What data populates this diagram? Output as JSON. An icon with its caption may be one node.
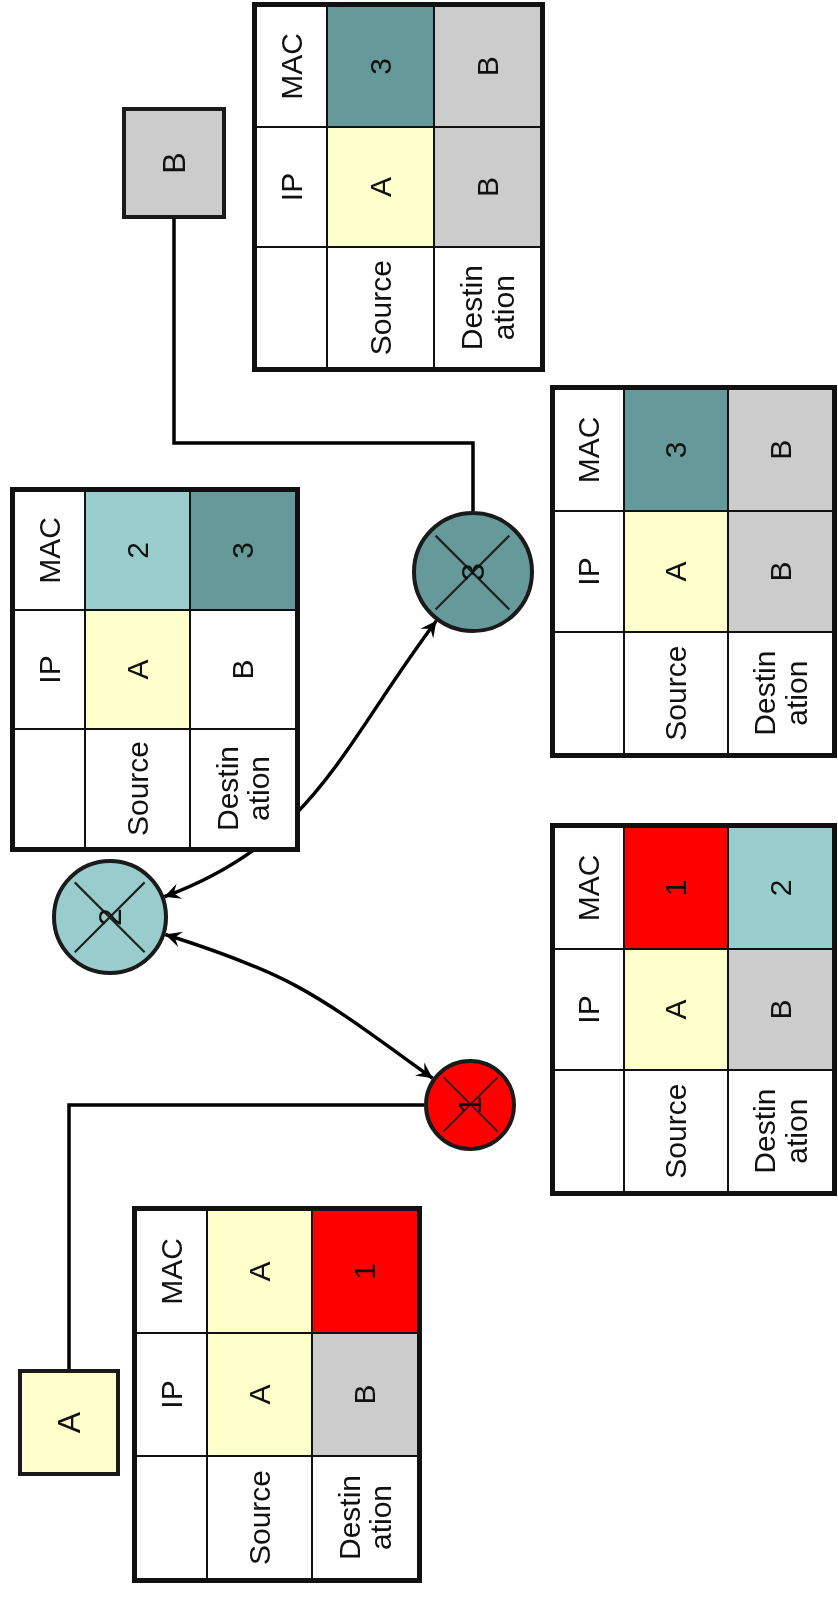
{
  "diagram": {
    "nodes": [
      {
        "text": [
          "A"
        ]
      },
      {
        "text": [
          "1"
        ]
      },
      {
        "text": [
          "2"
        ]
      },
      {
        "text": [
          "3"
        ]
      },
      {
        "text": [
          "B"
        ]
      }
    ],
    "edges": [
      {
        "from": 0,
        "to": 1,
        "arrow": "none"
      },
      {
        "from": 1,
        "to": 2,
        "arrow": "both"
      },
      {
        "from": 2,
        "to": 3,
        "arrow": "both"
      },
      {
        "from": 3,
        "to": 4,
        "arrow": "none"
      }
    ],
    "labels": [
      "IP",
      "MAC",
      "Source",
      "A",
      "A",
      "Destin ation",
      "B",
      "1",
      "IP",
      "MAC",
      "Source",
      "A",
      "1",
      "Destin ation",
      "B",
      "2",
      "IP",
      "MAC",
      "Source",
      "A",
      "2",
      "Destin ation",
      "B",
      "3",
      "IP",
      "MAC",
      "Source",
      "A",
      "3",
      "Destin ation",
      "B",
      "B",
      "IP",
      "MAC",
      "Source",
      "A",
      "3",
      "Destin ation",
      "B",
      "B"
    ]
  }
}
